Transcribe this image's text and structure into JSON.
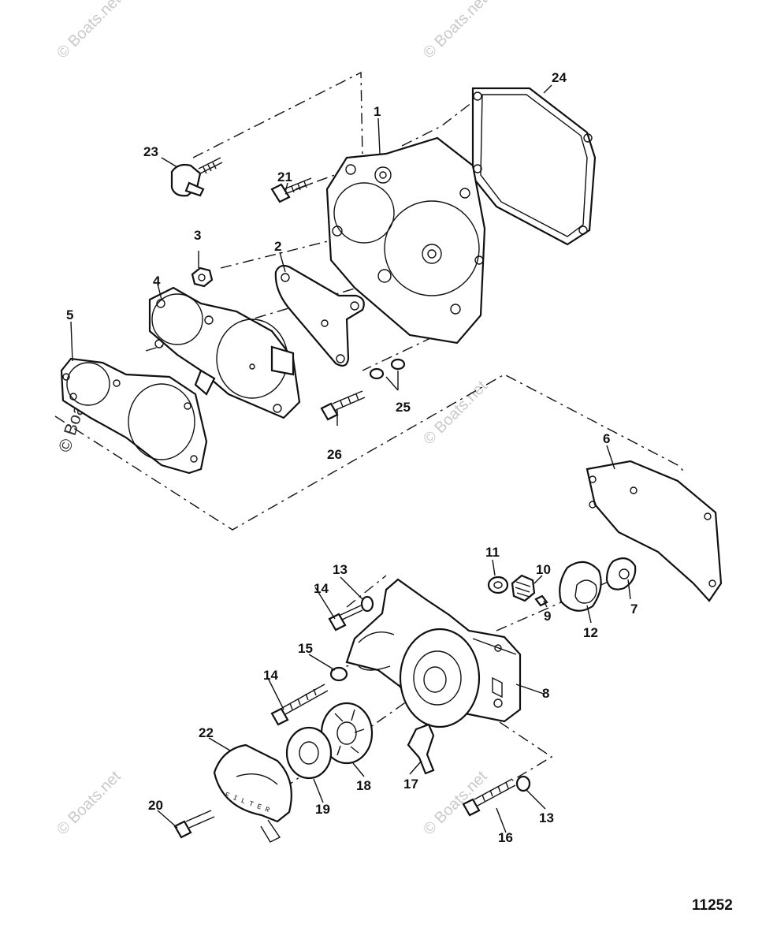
{
  "diagram": {
    "watermark": "© Boats.net",
    "drawing_number": "11252",
    "callouts": [
      "1",
      "2",
      "3",
      "4",
      "5",
      "6",
      "7",
      "8",
      "9",
      "10",
      "11",
      "12",
      "13",
      "13",
      "14",
      "14",
      "15",
      "16",
      "17",
      "18",
      "19",
      "20",
      "21",
      "22",
      "23",
      "24",
      "25",
      "26"
    ]
  }
}
